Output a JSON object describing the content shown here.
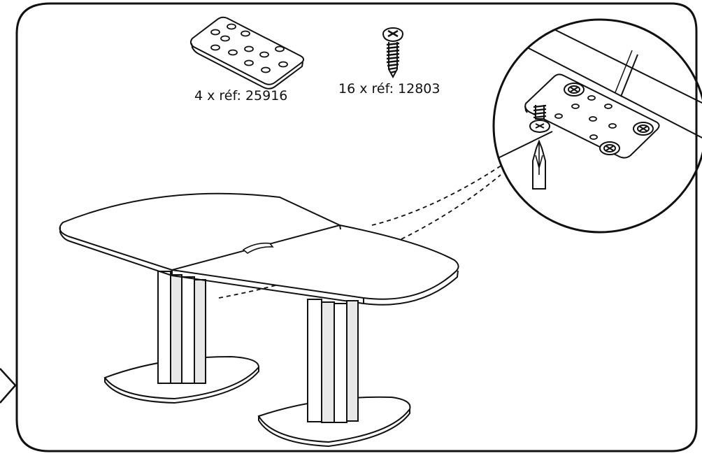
{
  "parts": [
    {
      "id": "plate",
      "label": "4 x réf: 25916"
    },
    {
      "id": "screw",
      "label": "16 x réf: 12803"
    }
  ],
  "colors": {
    "line": "#111111",
    "fill": "#ffffff",
    "shade": "#e8e8e8"
  },
  "icons": {
    "plate": "mounting-plate-icon",
    "screw": "screw-icon",
    "detail": "magnified-detail-view",
    "tool": "screwdriver-icon",
    "nav": "chevron-right-icon"
  }
}
